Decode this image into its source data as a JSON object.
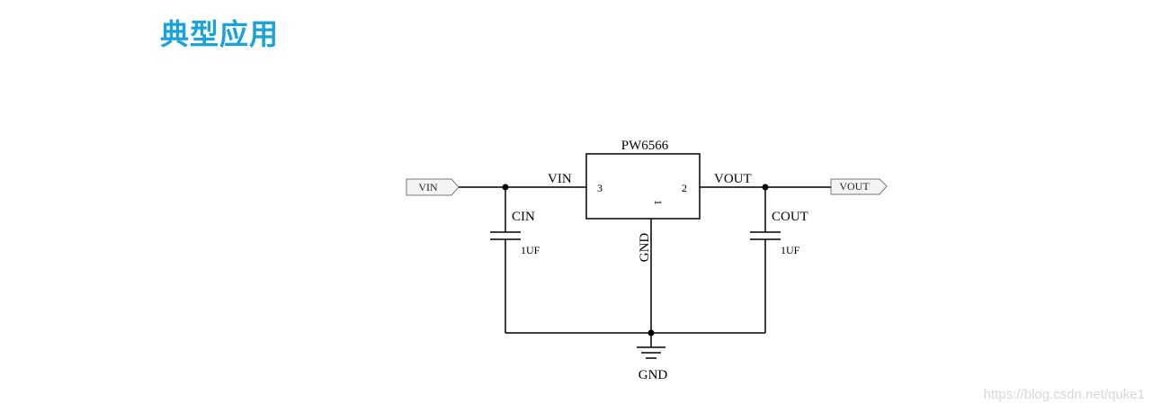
{
  "header": {
    "title": "典型应用"
  },
  "schematic": {
    "ic": {
      "name": "PW6566",
      "pin_in_number": "3",
      "pin_out_number": "2",
      "pin_gnd_number": "1"
    },
    "nets": {
      "vin": "VIN",
      "vout": "VOUT",
      "gnd_pin": "GND",
      "gnd_symbol": "GND"
    },
    "ports": {
      "input": "VIN",
      "output": "VOUT"
    },
    "capacitors": {
      "input": {
        "name": "CIN",
        "value": "1UF"
      },
      "output": {
        "name": "COUT",
        "value": "1UF"
      }
    }
  },
  "footer": {
    "watermark": "https://blog.csdn.net/quke1"
  }
}
